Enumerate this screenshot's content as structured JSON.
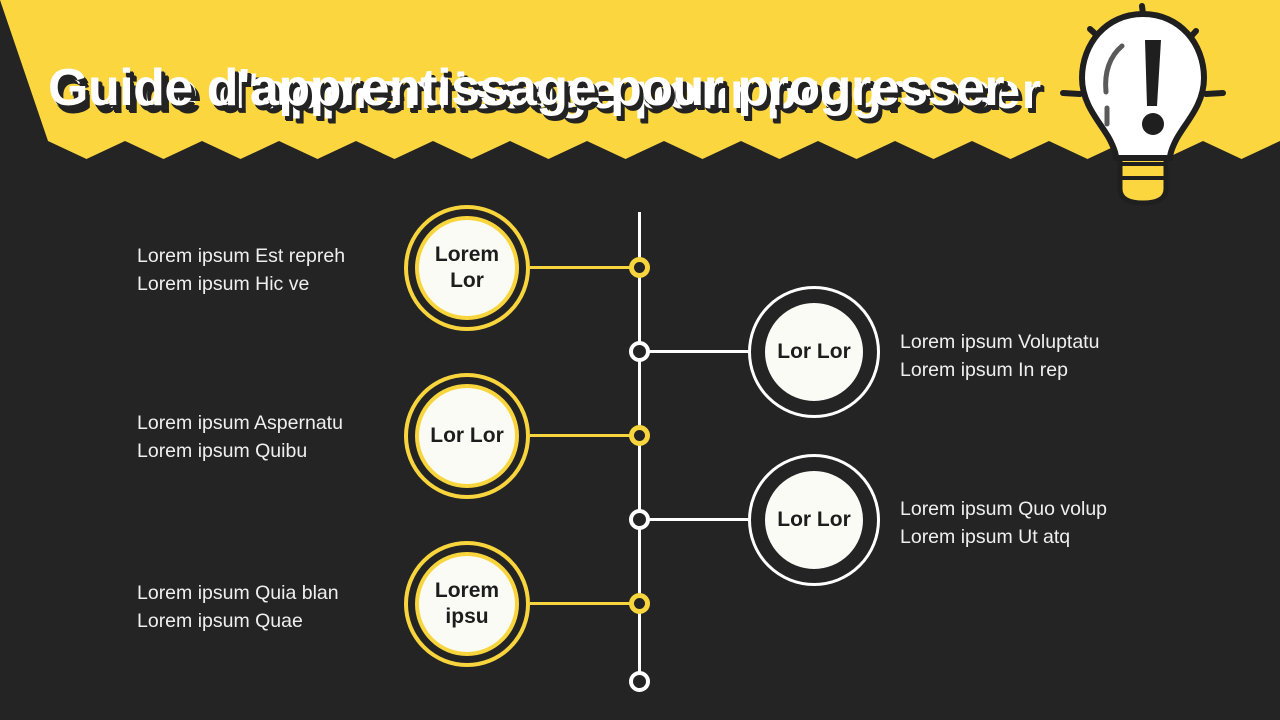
{
  "header": {
    "title": "Guide d'apprentissage pour progresser",
    "bulb_icon": "lightbulb-exclamation-icon",
    "colors": {
      "yellow": "#FCD63F",
      "dark": "#242424",
      "cream": "#FBFBF6",
      "white": "#FFFFFF"
    }
  },
  "diagram": {
    "type": "timeline-branch",
    "left_items": [
      {
        "circle_label": "Lorem Lor",
        "caption_line1": "Lorem ipsum Est repreh",
        "caption_line2": "Lorem ipsum Hic ve",
        "node": "yellow-ring-node"
      },
      {
        "circle_label": "Lor Lor",
        "caption_line1": "Lorem ipsum Aspernatu",
        "caption_line2": "Lorem ipsum Quibu",
        "node": "yellow-ring-node"
      },
      {
        "circle_label": "Lorem ipsu",
        "caption_line1": "Lorem ipsum Quia blan",
        "caption_line2": "Lorem ipsum Quae",
        "node": "yellow-ring-node"
      }
    ],
    "right_items": [
      {
        "circle_label": "Lor Lor",
        "caption_line1": "Lorem ipsum Voluptatu",
        "caption_line2": "Lorem ipsum In rep",
        "node": "white-ring-node"
      },
      {
        "circle_label": "Lor Lor",
        "caption_line1": "Lorem ipsum Quo volup",
        "caption_line2": "Lorem ipsum Ut atq",
        "node": "white-ring-node"
      }
    ],
    "end_node": "white-ring-terminator"
  }
}
